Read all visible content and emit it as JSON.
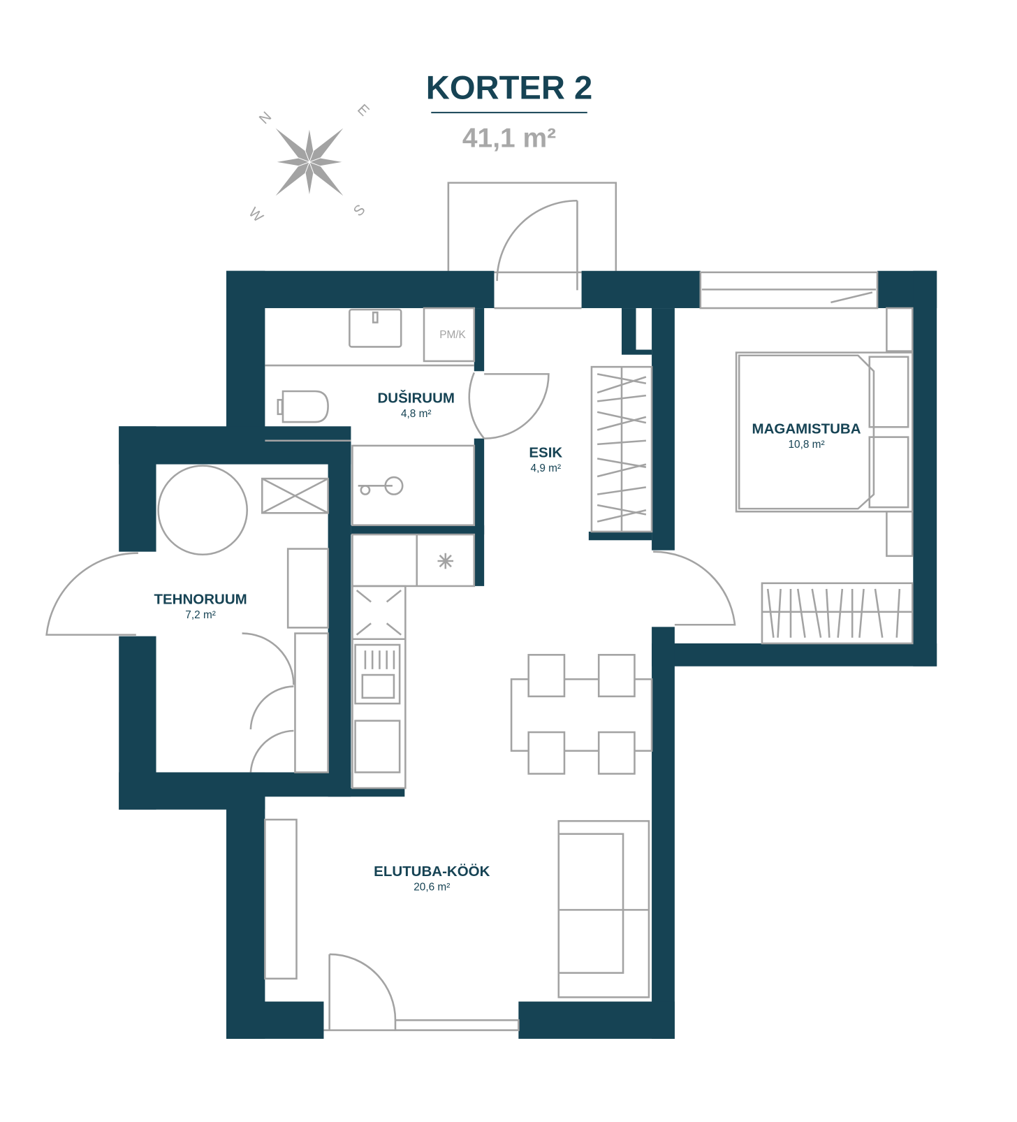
{
  "header": {
    "title": "KORTER 2",
    "total_area": "41,1 m²"
  },
  "compass": {
    "n": "N",
    "e": "E",
    "s": "S",
    "w": "W"
  },
  "rooms": [
    {
      "name": "DUŠIRUUM",
      "area": "4,8 m²"
    },
    {
      "name": "ESIK",
      "area": "4,9 m²"
    },
    {
      "name": "MAGAMISTUBA",
      "area": "10,8 m²"
    },
    {
      "name": "TEHNORUUM",
      "area": "7,2 m²"
    },
    {
      "name": "ELUTUBA-KÖÖK",
      "area": "20,6 m²"
    }
  ],
  "labels": {
    "pmk": "PM/K"
  },
  "colors": {
    "wall": "#164354",
    "line": "#a3a3a3",
    "area_text": "#a8a8a8"
  }
}
